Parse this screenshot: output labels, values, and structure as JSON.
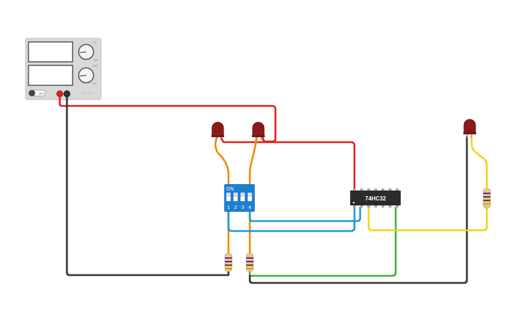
{
  "power_supply": {
    "knob1_label_top": "CV",
    "knob1_label_bottom": "OFF",
    "knob2_label_top": "OCC",
    "knob2_label_bottom": "FLT",
    "switch_label": "OFF",
    "brand": "Power Supply"
  },
  "dip_switch": {
    "on_label": "ON",
    "positions": [
      "1",
      "2",
      "3",
      "4"
    ]
  },
  "chip": {
    "label": "74HC32"
  },
  "colors": {
    "red_wire": "#e02020",
    "black_wire": "#333333",
    "orange_wire": "#f08a00",
    "blue_wire": "#1a9ad6",
    "green_wire": "#3cb043",
    "yellow_wire": "#f2d21b",
    "led": "#8b1a1a",
    "dip_body": "#1e7fd0",
    "chip_body": "#2b2b2b",
    "supply_body": "#d9d9d9"
  }
}
